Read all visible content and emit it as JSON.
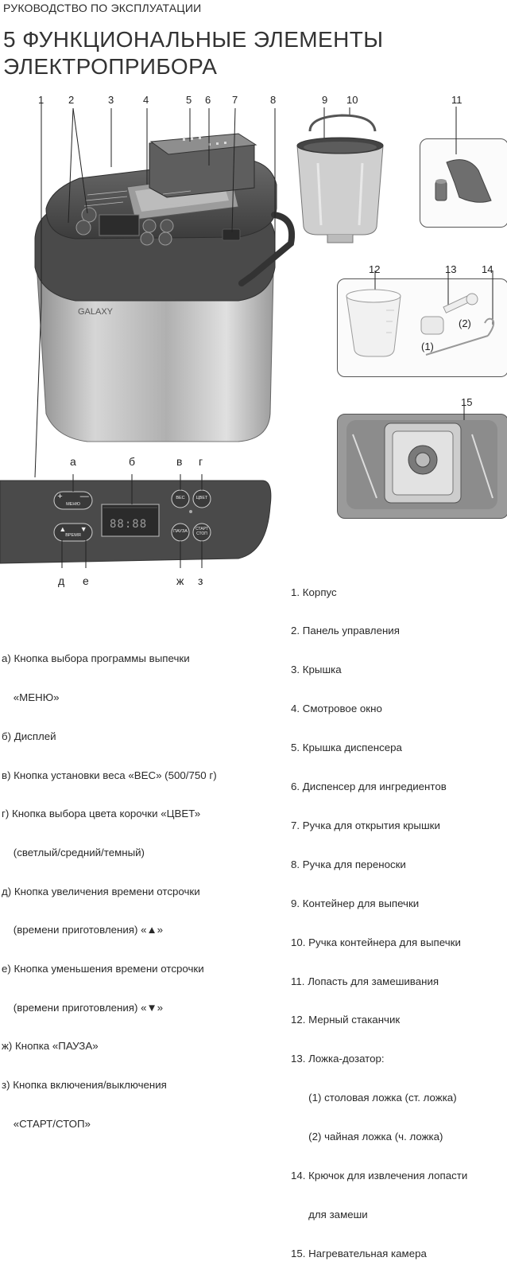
{
  "header": {
    "section_label": "РУКОВОДСТВО ПО ЭКСПЛУАТАЦИИ"
  },
  "title": {
    "line1": "5 ФУНКЦИОНАЛЬНЫЕ ЭЛЕМЕНТЫ",
    "line2": "ЭЛЕКТРОПРИБОРА"
  },
  "callouts": [
    "1",
    "2",
    "3",
    "4",
    "5",
    "6",
    "7",
    "8",
    "9",
    "10",
    "11",
    "12",
    "13",
    "14",
    "15"
  ],
  "scoop_labels": {
    "one": "(1)",
    "two": "(2)"
  },
  "appliance": {
    "brand": "GALAXY"
  },
  "panel": {
    "letters": {
      "a": "а",
      "b": "б",
      "v": "в",
      "g": "г",
      "d": "д",
      "e": "е",
      "zh": "ж",
      "z": "з"
    },
    "buttons": {
      "menu": "МЕНЮ",
      "ves": "ВЕС",
      "tsvet": "ЦВЕТ",
      "vremya": "ВРЕМЯ",
      "pauza": "ПАУЗА",
      "start": "СТАРТ",
      "stop": "СТОП",
      "plus": "+",
      "minus": "—"
    },
    "display": {
      "digits": "88:88"
    }
  },
  "parts_list": [
    "1. Корпус",
    "2. Панель управления",
    "3. Крышка",
    "4. Смотровое окно",
    "5. Крышка диспенсера",
    "6. Диспенсер для ингредиентов",
    "7. Ручка для открытия крышки",
    "8. Ручка для переноски",
    "9. Контейнер для выпечки",
    "10. Ручка контейнера для выпечки",
    "11. Лопасть для замешивания",
    "12. Мерный стаканчик",
    "13. Ложка-дозатор:",
    "      (1) столовая ложка (ст. ложка)",
    "      (2) чайная ложка (ч. ложка)",
    "14. Крючок для извлечения лопасти",
    "      для замеши",
    "15. Нагревательная камера"
  ],
  "buttons_list": [
    "а) Кнопка выбора программы выпечки",
    "    «МЕНЮ»",
    "б) Дисплей",
    "в) Кнопка установки веса «ВЕС» (500/750 г)",
    "г) Кнопка выбора цвета корочки «ЦВЕТ»",
    "    (светлый/средний/темный)",
    "д) Кнопка увеличения времени отсрочки",
    "    (времени приготовления) «▲»",
    "е) Кнопка уменьшения времени отсрочки",
    "    (времени приготовления) «▼»",
    "ж) Кнопка «ПАУЗА»",
    "з) Кнопка включения/выключения",
    "    «СТАРТ/СТОП»"
  ]
}
